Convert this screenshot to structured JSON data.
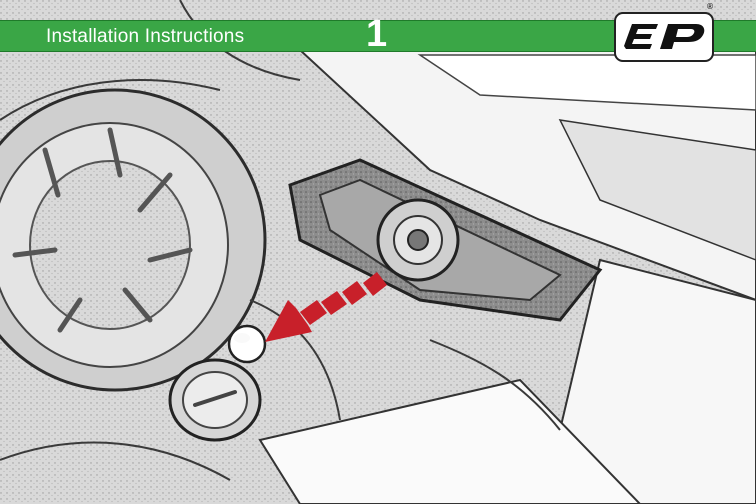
{
  "header": {
    "title": "Installation Instructions",
    "step_number": "1"
  },
  "logo": {
    "name": "ep-logo",
    "text": "EP",
    "registered_mark": "®"
  },
  "colors": {
    "banner_green": "#3aa646",
    "arrow_red": "#c8202a"
  }
}
